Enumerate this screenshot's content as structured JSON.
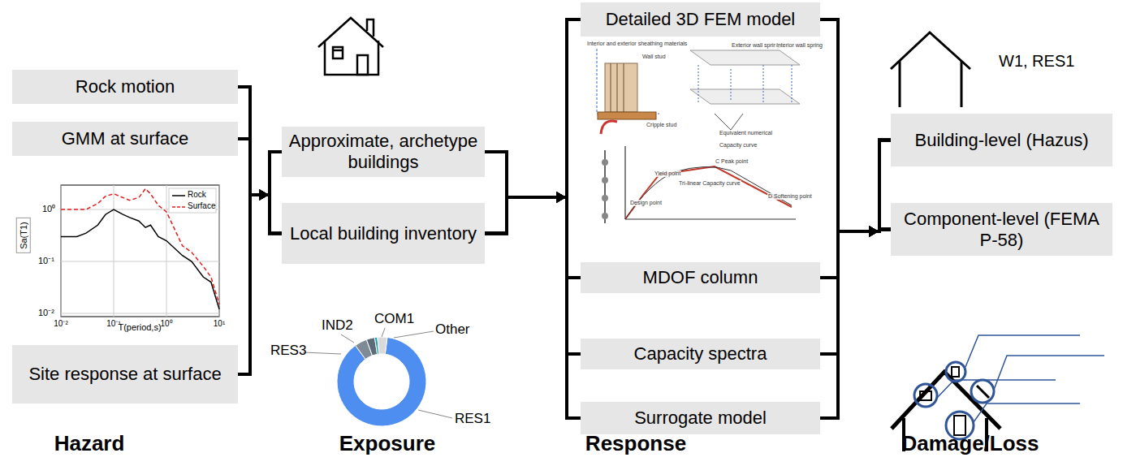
{
  "diagram": {
    "nodes": [
      {
        "text": [
          "Rock motion"
        ]
      },
      {
        "text": [
          "GMM at surface"
        ]
      },
      {
        "text": [
          "Site response at surface"
        ]
      },
      {
        "text": [
          "Approximate, archetype buildings"
        ]
      },
      {
        "text": [
          "Local building inventory"
        ]
      },
      {
        "text": [
          "Detailed 3D FEM model"
        ]
      },
      {
        "text": [
          "MDOF column"
        ]
      },
      {
        "text": [
          "Capacity spectra"
        ]
      },
      {
        "text": [
          "Surrogate model"
        ]
      },
      {
        "text": [
          "Building-level (Hazus)"
        ]
      },
      {
        "text": [
          "Component-level (FEMA P-58)"
        ]
      }
    ],
    "edges": [
      {
        "from": 0,
        "to": 3,
        "arrow": "to"
      },
      {
        "from": 0,
        "to": 4,
        "arrow": "to"
      },
      {
        "from": 1,
        "to": 3,
        "arrow": "to"
      },
      {
        "from": 1,
        "to": 4,
        "arrow": "to"
      },
      {
        "from": 2,
        "to": 3,
        "arrow": "to"
      },
      {
        "from": 2,
        "to": 4,
        "arrow": "to"
      },
      {
        "from": 3,
        "to": 5,
        "arrow": "to"
      },
      {
        "from": 3,
        "to": 6,
        "arrow": "to"
      },
      {
        "from": 3,
        "to": 7,
        "arrow": "to"
      },
      {
        "from": 3,
        "to": 8,
        "arrow": "to"
      },
      {
        "from": 4,
        "to": 5,
        "arrow": "to"
      },
      {
        "from": 4,
        "to": 6,
        "arrow": "to"
      },
      {
        "from": 4,
        "to": 7,
        "arrow": "to"
      },
      {
        "from": 4,
        "to": 8,
        "arrow": "to"
      },
      {
        "from": 5,
        "to": 9,
        "arrow": "to"
      },
      {
        "from": 5,
        "to": 10,
        "arrow": "to"
      },
      {
        "from": 6,
        "to": 9,
        "arrow": "to"
      },
      {
        "from": 6,
        "to": 10,
        "arrow": "to"
      },
      {
        "from": 7,
        "to": 9,
        "arrow": "to"
      },
      {
        "from": 7,
        "to": 10,
        "arrow": "to"
      },
      {
        "from": 8,
        "to": 9,
        "arrow": "to"
      },
      {
        "from": 8,
        "to": 10,
        "arrow": "to"
      }
    ],
    "labels": [
      "Hazard",
      "Exposure",
      "Response",
      "Damage/Loss",
      "W1, RES1",
      "Sa(T1)",
      "T(period,s)",
      "10⁰",
      "10⁻¹",
      "10⁻²",
      "10⁻²",
      "10⁻¹",
      "10⁰",
      "10¹",
      "IND2",
      "COM1",
      "Other",
      "RES3",
      "RES1",
      "Interior and exterior sheathing materials",
      "Wall stud",
      "Cripple stud",
      "Exterior wall spring",
      "Interior wall spring",
      "Equivalent numerical",
      "Capacity curve",
      "C Peak point",
      "D Softening point",
      "Yield point",
      "Design point",
      "Tri-linear Capacity curve"
    ],
    "legend": [
      {
        "text": "Rock"
      },
      {
        "text": "Surface"
      }
    ]
  }
}
